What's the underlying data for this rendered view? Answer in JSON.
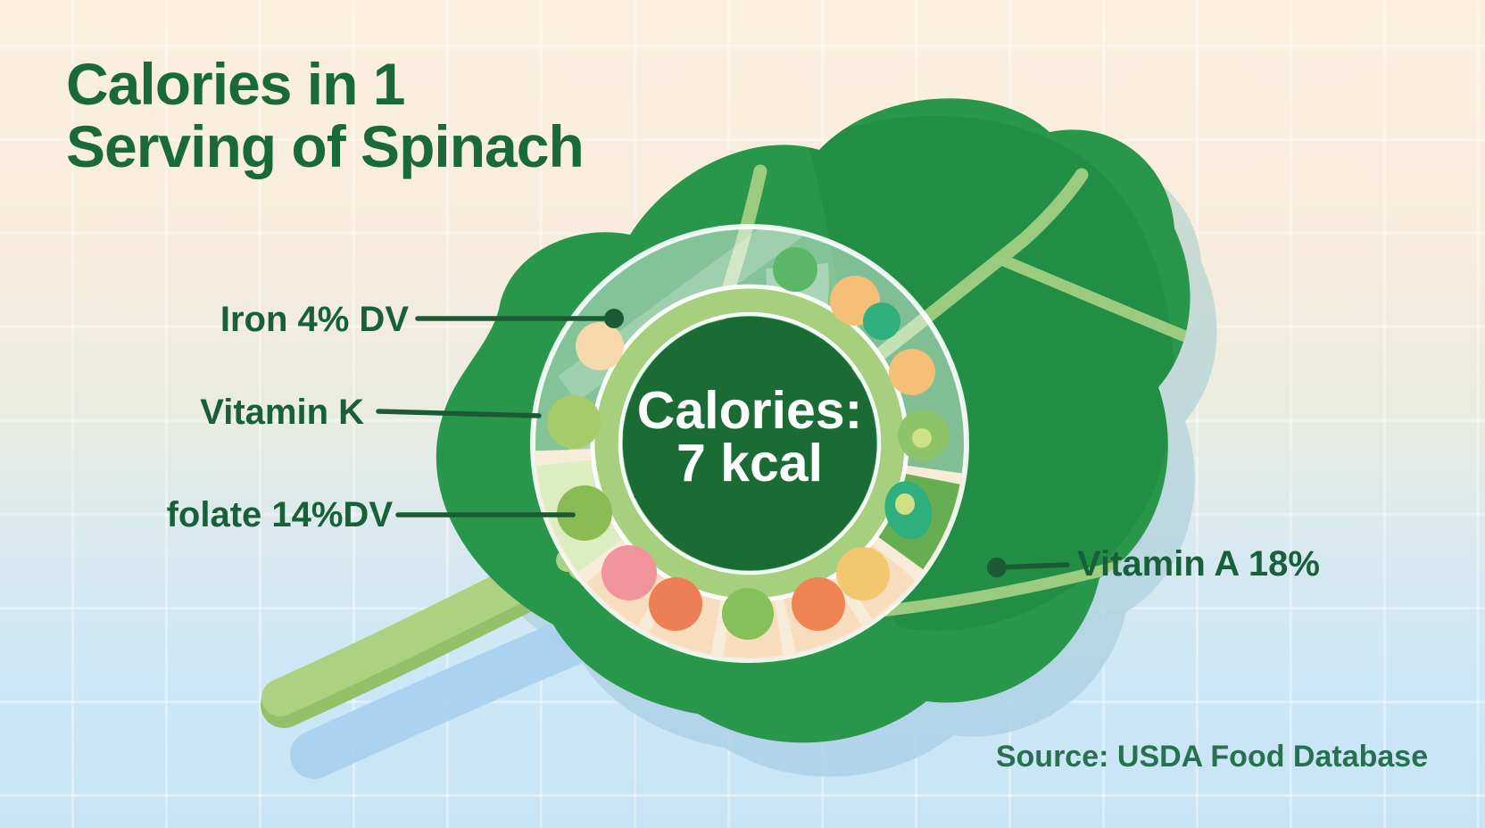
{
  "title": {
    "line1": "Calories in 1",
    "line2": "Serving of Spinach"
  },
  "calorie_badge": {
    "label": "Calories:",
    "value": "7 kcal"
  },
  "nutrient_labels": [
    {
      "id": "iron",
      "text": "Iron 4% DV"
    },
    {
      "id": "vitamin-k",
      "text": "Vitamin K"
    },
    {
      "id": "folate",
      "text": "folate 14%DV"
    },
    {
      "id": "vitamin-a",
      "text": "Vitamin A 18%"
    }
  ],
  "source": {
    "text": "Source: USDA Food Database"
  },
  "palette": {
    "background_top": "#fbf0de",
    "background_bottom": "#c7e4f6",
    "grid_line": "rgba(255,255,255,0.38)",
    "title_green": "#1a6a38",
    "label_green": "#17603a",
    "source_green": "#28714f",
    "leaf_green": "#28964b",
    "leaf_dark_green": "#1f8a43",
    "stem_green": "#abd181",
    "vein_green": "#a8d286",
    "leaf_shadow_top": "#c7dacd",
    "leaf_shadow_bottom": "#aed2ea",
    "ring_cream": "#f7ecd8",
    "ring_peach_segment": "#f8dcbe",
    "ring_pale_green_segment": "#dcedc2",
    "ring_green_segment": "#67ae52",
    "inner_band_green": "#a6d07e",
    "center_circle_green": "#1a6c34",
    "leader_line_green": "#1c5a33",
    "dot_peach": "#f6d8ab",
    "dot_orange": "#f5bf77",
    "dot_teal": "#2fae7e",
    "dot_green": "#87bf58",
    "dot_pink": "#f2949b",
    "dot_red_orange": "#ee7e55",
    "dot_yellow": "#f3c76e",
    "dot_yellow_green": "#a6cb69",
    "center_text_white": "#ffffff"
  }
}
